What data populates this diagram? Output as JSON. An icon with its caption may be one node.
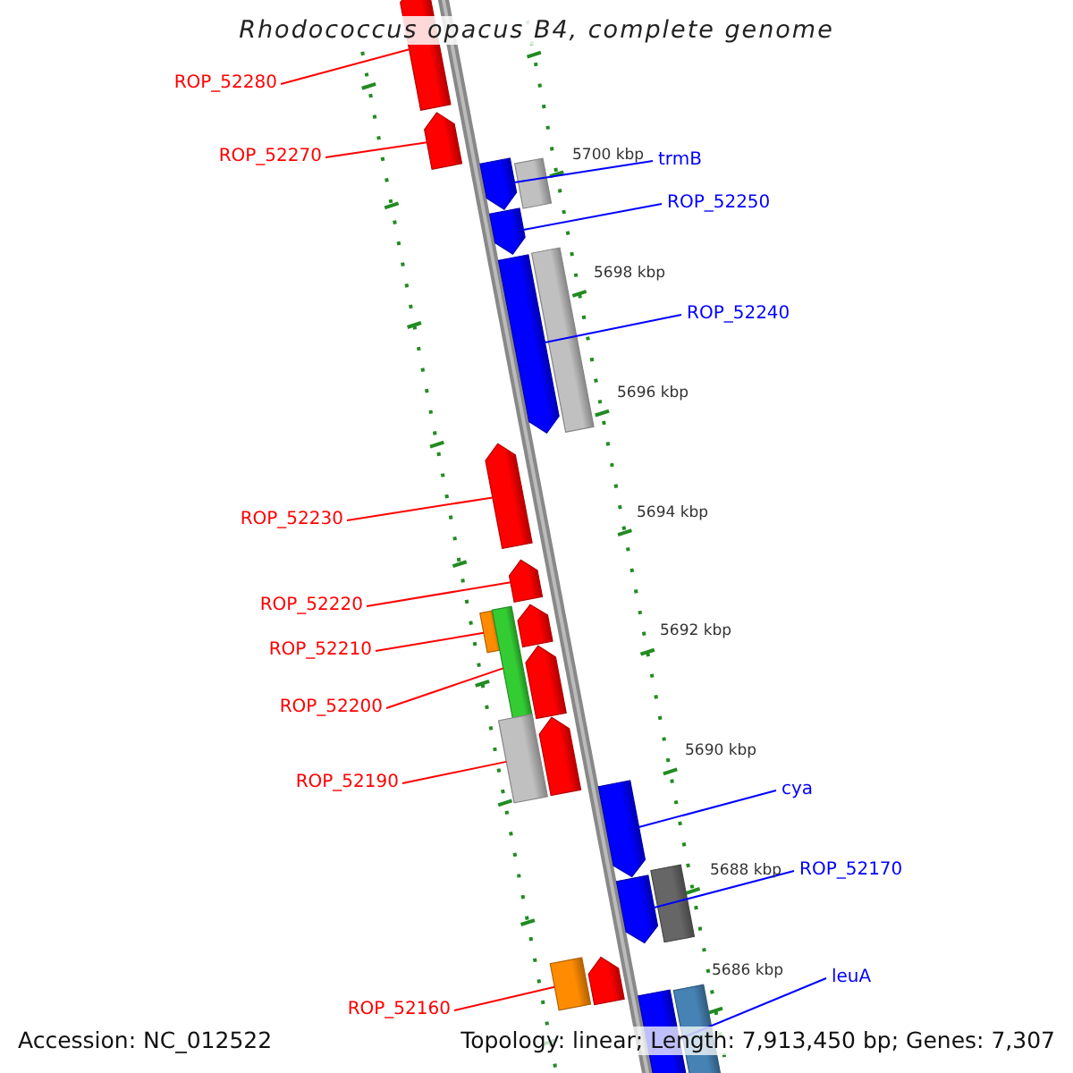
{
  "diagram": {
    "title": "Rhodococcus opacus B4, complete genome",
    "nodes": [
      {
        "text": [
          "ROP_52280"
        ]
      },
      {
        "text": [
          "ROP_52270"
        ]
      },
      {
        "text": [
          "trmB"
        ]
      },
      {
        "text": [
          "ROP_52250"
        ]
      },
      {
        "text": [
          "ROP_52240"
        ]
      },
      {
        "text": [
          "ROP_52230"
        ]
      },
      {
        "text": [
          "ROP_52220"
        ]
      },
      {
        "text": [
          "ROP_52210"
        ]
      },
      {
        "text": [
          "ROP_52200"
        ]
      },
      {
        "text": [
          "ROP_52190"
        ]
      },
      {
        "text": [
          "cya"
        ]
      },
      {
        "text": [
          "ROP_52170"
        ]
      },
      {
        "text": [
          "leuA"
        ]
      },
      {
        "text": [
          "ROP_52160"
        ]
      },
      {
        "text": [],
        "shape": "pentagon"
      },
      {
        "text": [],
        "shape": "pentagon"
      },
      {
        "text": [],
        "shape": "pentagon"
      },
      {
        "text": [],
        "shape": "bar"
      },
      {
        "text": [],
        "shape": "pentagon"
      },
      {
        "text": [],
        "shape": "pentagon"
      },
      {
        "text": [],
        "shape": "bar"
      },
      {
        "text": [],
        "shape": "pentagon"
      },
      {
        "text": [],
        "shape": "pentagon"
      },
      {
        "text": [],
        "shape": "bar"
      },
      {
        "text": [],
        "shape": "bar"
      },
      {
        "text": [],
        "shape": "pentagon"
      },
      {
        "text": [],
        "shape": "pentagon"
      },
      {
        "text": [],
        "shape": "bar"
      },
      {
        "text": [],
        "shape": "pentagon"
      },
      {
        "text": [],
        "shape": "pentagon"
      },
      {
        "text": [],
        "shape": "pentagon"
      },
      {
        "text": [],
        "shape": "bar"
      },
      {
        "text": [],
        "shape": "bar"
      },
      {
        "text": [],
        "shape": "pentagon"
      },
      {
        "text": [],
        "shape": "pentagon"
      },
      {
        "text": [],
        "shape": "bar"
      }
    ],
    "edges": [
      {
        "from": 0,
        "to": 14,
        "arrow": "none"
      },
      {
        "from": 1,
        "to": 15,
        "arrow": "none"
      },
      {
        "from": 2,
        "to": 16,
        "arrow": "none",
        "color": "#0000ff"
      },
      {
        "from": 3,
        "to": 18,
        "arrow": "none",
        "color": "#0000ff"
      },
      {
        "from": 4,
        "to": 19,
        "arrow": "none",
        "color": "#0000ff"
      },
      {
        "from": 5,
        "to": 21,
        "arrow": "none"
      },
      {
        "from": 6,
        "to": 22,
        "arrow": "none"
      },
      {
        "from": 7,
        "to": 23,
        "arrow": "none"
      },
      {
        "from": 8,
        "to": 24,
        "arrow": "none"
      },
      {
        "from": 9,
        "to": 27,
        "arrow": "none"
      },
      {
        "from": 10,
        "to": 29,
        "arrow": "none",
        "color": "#0000ff"
      },
      {
        "from": 11,
        "to": 30,
        "arrow": "none",
        "color": "#0000ff"
      },
      {
        "from": 12,
        "to": 34,
        "arrow": "none",
        "color": "#0000ff"
      },
      {
        "from": 13,
        "to": 32,
        "arrow": "none"
      }
    ],
    "labels": [
      "5700 kbp",
      "5698 kbp",
      "5696 kbp",
      "5694 kbp",
      "5692 kbp",
      "5690 kbp",
      "5688 kbp",
      "5686 kbp",
      "Accession: NC_012522",
      "Topology: linear; Length: 7,913,450 bp; Genes: 7,307"
    ]
  }
}
